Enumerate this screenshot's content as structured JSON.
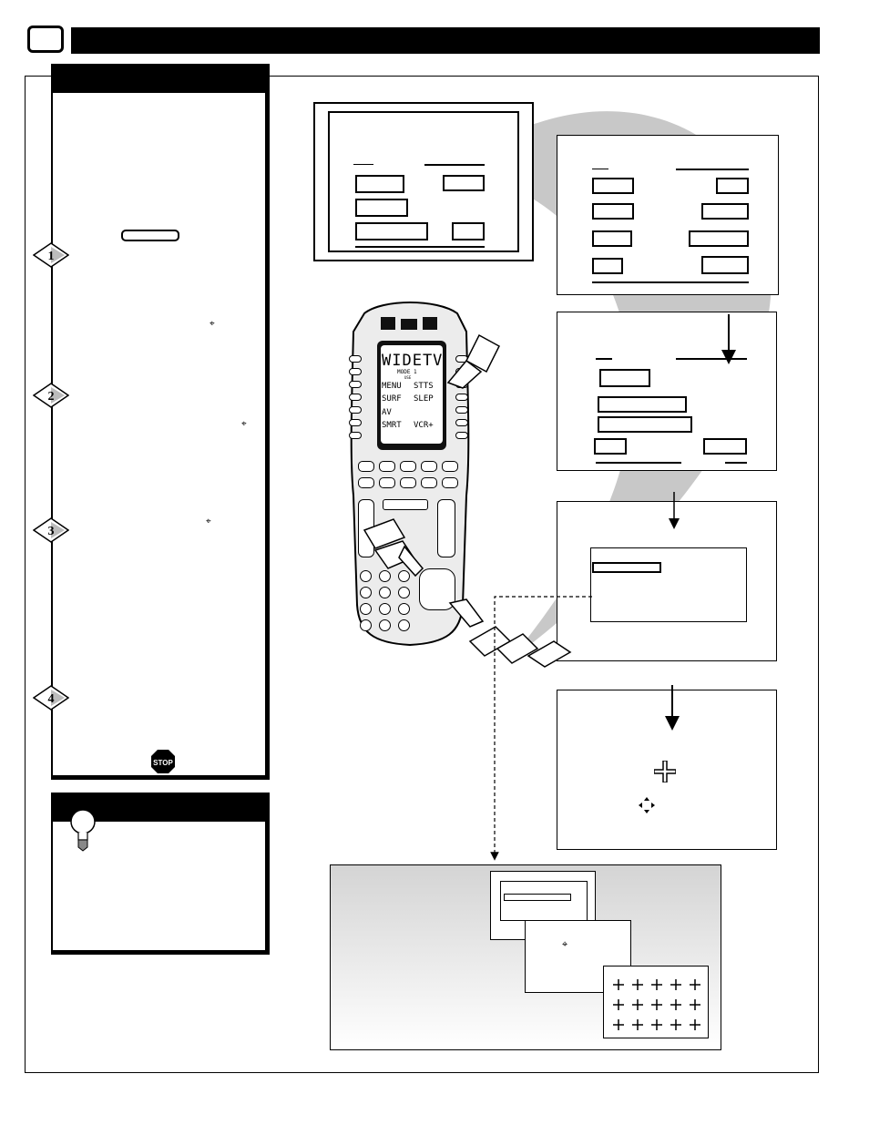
{
  "remote": {
    "lcd": {
      "title": "WIDETV",
      "mode": "MODE 1",
      "sub": "USE",
      "left_keys": [
        "MENU",
        "SURF",
        "AV",
        "SMRT"
      ],
      "right_keys": [
        "STTS",
        "SLEP",
        "",
        "VCR+"
      ]
    }
  },
  "icons": {
    "step_badges": [
      "1",
      "2",
      "3",
      "4"
    ],
    "stop_sign": "STOP"
  },
  "colors": {
    "header_bar": "#000000",
    "swoosh": "#c8c8c8",
    "inset_gradient_top": "#d4d4d4",
    "inset_gradient_bottom": "#ffffff"
  }
}
